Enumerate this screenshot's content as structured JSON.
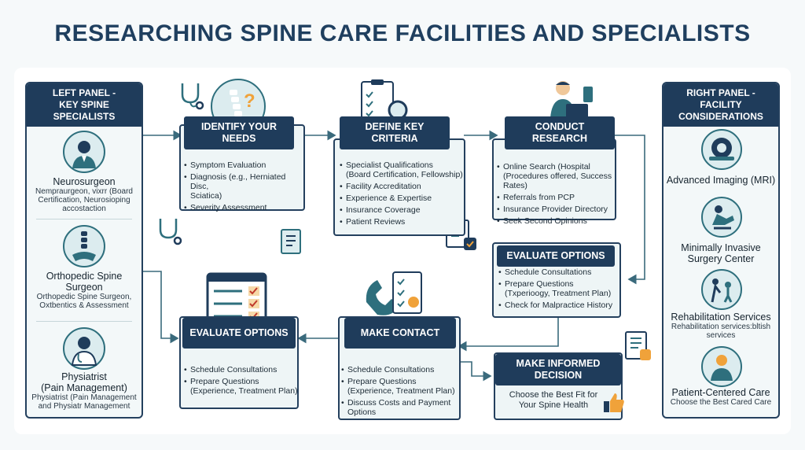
{
  "title": "RESEARCHING SPINE CARE FACILITIES AND SPECIALISTS",
  "left_panel": {
    "heading_line1": "LEFT PANEL -",
    "heading_line2": "KEY SPINE SPECIALISTS",
    "specialists": [
      {
        "name": "Neurosurgeon",
        "desc_lines": [
          "Nemprаurgeon, vixrr (Board",
          "Certification, Neurosioping",
          "accostaction"
        ],
        "icon": "doctor-icon"
      },
      {
        "name_lines": [
          "Orthopedic Spine",
          "Surgeon"
        ],
        "desc_lines": [
          "Orthopedic Spine Surgeon,",
          "Oxtbentics & Assessment"
        ],
        "icon": "spine-icon"
      },
      {
        "name_lines": [
          "Physiatrist",
          "(Pain Management)"
        ],
        "desc_lines": [
          "Physiatrist (Pain Management",
          "and Physiatr Management"
        ],
        "icon": "physician-icon"
      }
    ]
  },
  "right_panel": {
    "heading_line1": "RIGHT PANEL -",
    "heading_line2": "FACILITY CONSIDERATIONS",
    "facilities": [
      {
        "name_lines": [
          "Advanced Imaging (MRI)"
        ],
        "desc_lines": [],
        "icon": "mri-scanner-icon"
      },
      {
        "name_lines": [
          "Minimally Invasive",
          "Surgery Center"
        ],
        "desc_lines": [],
        "icon": "surgery-chair-icon"
      },
      {
        "name_lines": [
          "Rehabilitation Services"
        ],
        "desc_lines": [
          "Rehabilitation services:bltish",
          "services"
        ],
        "icon": "rehab-icon"
      },
      {
        "name_lines": [
          "Patient-Centered Care"
        ],
        "desc_lines": [
          "Choose the Best Cared Care"
        ],
        "icon": "patient-care-icon"
      }
    ]
  },
  "steps": {
    "identify": {
      "heading": "IDENTIFY YOUR NEEDS",
      "items": [
        [
          "Symptom Evaluation"
        ],
        [
          "Diagnosis (e.g., Herniated Disc,",
          "Sciatica)"
        ],
        [
          "Severity Assessment"
        ]
      ]
    },
    "criteria": {
      "heading": "DEFINE KEY CRITERIA",
      "items": [
        [
          "Specialist Qualifications",
          "(Board Certification, Fellowship)"
        ],
        [
          "Facility Accreditation"
        ],
        [
          "Experience & Expertise"
        ],
        [
          "Insurance Coverage"
        ],
        [
          "Patient Reviews"
        ]
      ]
    },
    "research": {
      "heading": "CONDUCT RESEARCH",
      "items": [
        [
          "Online Search (Hospital",
          "(Procedures offered, Success Rates)"
        ],
        [
          "Referrals from PCP"
        ],
        [
          "Insurance Provider Directory"
        ],
        [
          "Seek Second Opinions"
        ]
      ]
    },
    "evaluate_right": {
      "heading": "EVALUATE OPTIONS",
      "items": [
        [
          "Schedule Consultations"
        ],
        [
          "Prepare Questions",
          "(Txperioogy, Treatment Plan)"
        ],
        [
          "Check for Malpractice History"
        ]
      ]
    },
    "evaluate_left": {
      "heading": "EVALUATE OPTIONS",
      "items": [
        [
          "Schedule Consultations"
        ],
        [
          "Prepare Questions",
          "(Experience, Treatment Plan)"
        ]
      ]
    },
    "contact": {
      "heading": "MAKE CONTACT",
      "items": [
        [
          "Schedule Consultations"
        ],
        [
          "Prepare Questions",
          "(Experience, Treatment Plan)"
        ],
        [
          "Discuss Costs and Payment",
          "Options"
        ]
      ]
    },
    "decision": {
      "heading_lines": [
        "MAKE INFORMED",
        "DECISION"
      ],
      "body_lines": [
        "Choose the Best Fit for",
        "Your Spine Health"
      ]
    }
  },
  "colors": {
    "navy": "#1f3c5b",
    "teal": "#2e6f7d",
    "accent": "#f0a23a",
    "box_fill": "#eef5f6"
  }
}
